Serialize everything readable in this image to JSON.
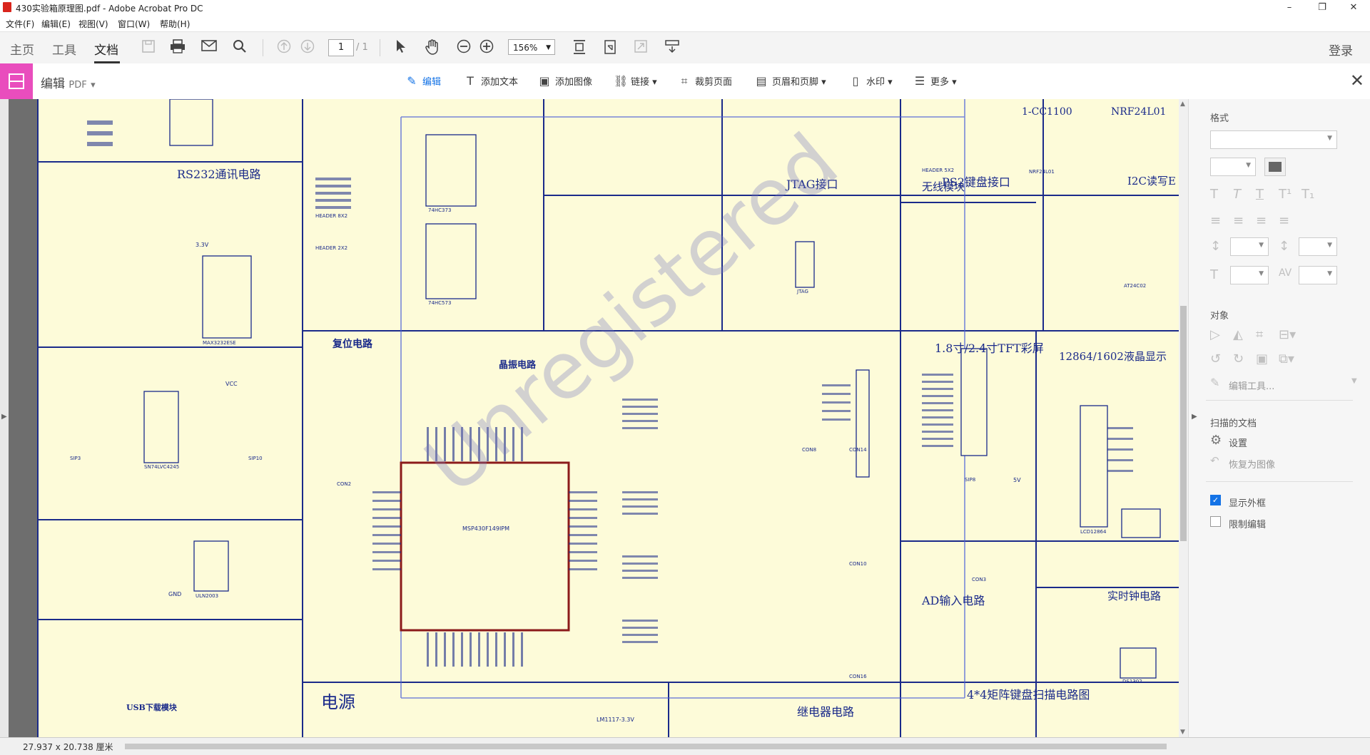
{
  "window": {
    "title": "430实验箱原理图.pdf - Adobe Acrobat Pro DC",
    "controls": [
      "–",
      "❐",
      "✕"
    ]
  },
  "menu": [
    "文件(F)",
    "编辑(E)",
    "视图(V)",
    "窗口(W)",
    "帮助(H)"
  ],
  "toolbar": {
    "tabs": [
      "主页",
      "工具",
      "文档"
    ],
    "active_tab": "文档",
    "page_current": "1",
    "page_total": "/ 1",
    "zoom": "156%",
    "login": "登录"
  },
  "editbar": {
    "label": "编辑",
    "label_sub": "PDF",
    "tools": [
      "编辑",
      "添加文本",
      "添加图像",
      "链接",
      "裁剪页面",
      "页眉和页脚",
      "水印",
      "更多"
    ],
    "active_tool": "编辑"
  },
  "schematic": {
    "watermark": "Unregistered",
    "section_titles": [
      "RS232通讯电路",
      "复位电路",
      "晶振电路",
      "JTAG接口",
      "PS2键盘接口",
      "I2C读写E",
      "1.8寸/2.4寸TFT彩屏",
      "12864/1602液晶显示",
      "AD输入电路",
      "实时钟电路",
      "电源",
      "USB下载模块",
      "继电器电路",
      "4*4矩阵键盘扫描电路图",
      "1-CC1100",
      "NRF24L01",
      "无线模块"
    ],
    "chips": [
      "MAX3232ESE",
      "SN74LVC4245",
      "ULN2003",
      "74HC373",
      "74HC573",
      "MSP430F149IPM",
      "JTAG",
      "AT24C02",
      "DS1302",
      "LCD12864",
      "HEADER 8X2",
      "HEADER 5X2",
      "HEADER 2X2",
      "NRF24L01",
      "CON2",
      "CON3",
      "CON8",
      "CON10",
      "CON14",
      "CON16",
      "SIP10",
      "SIP8",
      "SIP3",
      "LM1117-3.3V"
    ],
    "power_labels": [
      "3.3V",
      "VCC",
      "GND",
      "5V"
    ]
  },
  "right_panel": {
    "format_heading": "格式",
    "object_heading": "对象",
    "edit_tools": "编辑工具...",
    "scanned_heading": "扫描的文档",
    "settings": "设置",
    "restore": "恢复为图像",
    "show_bbox": "显示外框",
    "restrict_edit": "限制编辑",
    "show_bbox_checked": true,
    "restrict_edit_checked": false
  },
  "status": {
    "page_size": "27.937 x 20.738 厘米"
  }
}
